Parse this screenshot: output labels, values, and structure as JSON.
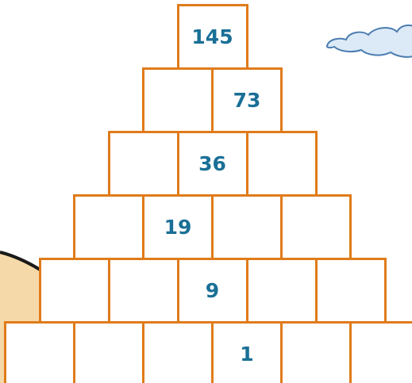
{
  "colors": {
    "brick_border": "#e07b1a",
    "brick_fill": "#ffffff",
    "number_text": "#1a6f96",
    "cloud_fill": "#dce9f7",
    "cloud_outline": "#4b7db0",
    "hill_fill": "#f6d9a8",
    "hill_outline": "#1a1a1a"
  },
  "decorations": {
    "cloud_icon": "cloud",
    "hill_icon": "sand-hill"
  },
  "pyramid": {
    "rows": [
      {
        "cells": [
          "145"
        ]
      },
      {
        "cells": [
          "",
          "73"
        ]
      },
      {
        "cells": [
          "",
          "36",
          ""
        ]
      },
      {
        "cells": [
          "",
          "19",
          "",
          ""
        ]
      },
      {
        "cells": [
          "",
          "",
          "9",
          "",
          ""
        ]
      },
      {
        "cells": [
          "",
          "",
          "",
          "1",
          "",
          ""
        ]
      }
    ]
  }
}
